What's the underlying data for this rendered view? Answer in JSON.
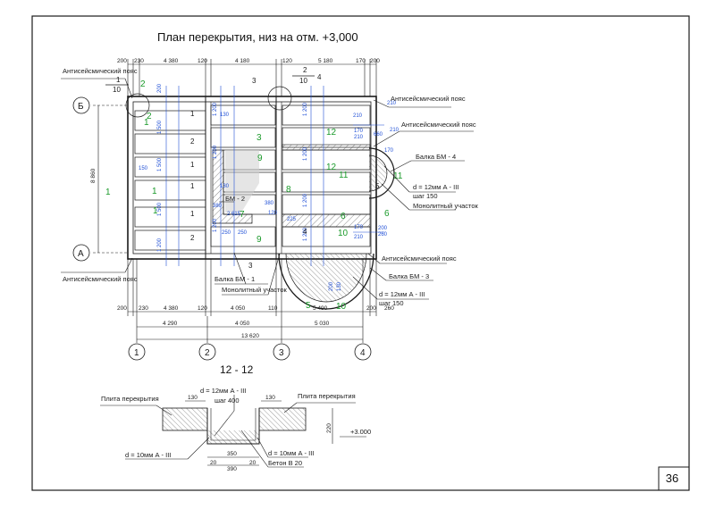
{
  "drawing": {
    "title": "План перекрытия, низ на отм. +3,000",
    "section_title": "12 - 12",
    "page_number": "36"
  },
  "dims": {
    "top_row": [
      "200",
      "230",
      "4 380",
      "120",
      "4 180",
      "120",
      "5 180",
      "170",
      "200"
    ],
    "bottom_row1": [
      "200",
      "230",
      "4 380",
      "120",
      "4 050",
      "110",
      "5 490",
      "200",
      "260"
    ],
    "bottom_row2": [
      "4 290",
      "4 050",
      "5 030"
    ],
    "total": "13 620",
    "left_height": "8 860"
  },
  "axes": {
    "columns": [
      "1",
      "2",
      "3",
      "4"
    ],
    "rows": [
      "Б",
      "А"
    ]
  },
  "labels": {
    "antiseismic": "Антисейсмический пояс",
    "balka_bm4": "Балка БМ - 4",
    "balka_bm3": "Балка БМ - 3",
    "balka_bm1": "Балка БМ - 1",
    "balka_bm2": "БМ - 2",
    "rebar": "d = 12мм А - III",
    "step150": "шаг 150",
    "monolith": "Монолитный участок",
    "callout_2_10": [
      "2",
      "10"
    ],
    "callout_1_10": [
      "1",
      "10"
    ],
    "callout_3": "3",
    "callout_4": "4",
    "callout_5": "5"
  },
  "slab_marks": [
    "1",
    "2",
    "1",
    "1",
    "2",
    "1",
    "3",
    "4",
    "5",
    "7",
    "8",
    "9",
    "10",
    "11",
    "12"
  ],
  "section": {
    "plate_label": "Плита перекрытия",
    "rebar_top": "d = 12мм А - III",
    "step400": "шаг 400",
    "rebar_left": "d = 10мм А - III",
    "rebar_right": "d = 10мм А - III",
    "concrete": "Бетон В 20",
    "dim_130": "130",
    "dim_350": "350",
    "dim_390": "390",
    "dim_20": "20",
    "dim_220": "220",
    "level": "+3.000"
  },
  "colors": {
    "line": "#1a1a1a",
    "blue": "#1f4fd6",
    "green": "#1a9a2a",
    "hatch": "#555555"
  }
}
